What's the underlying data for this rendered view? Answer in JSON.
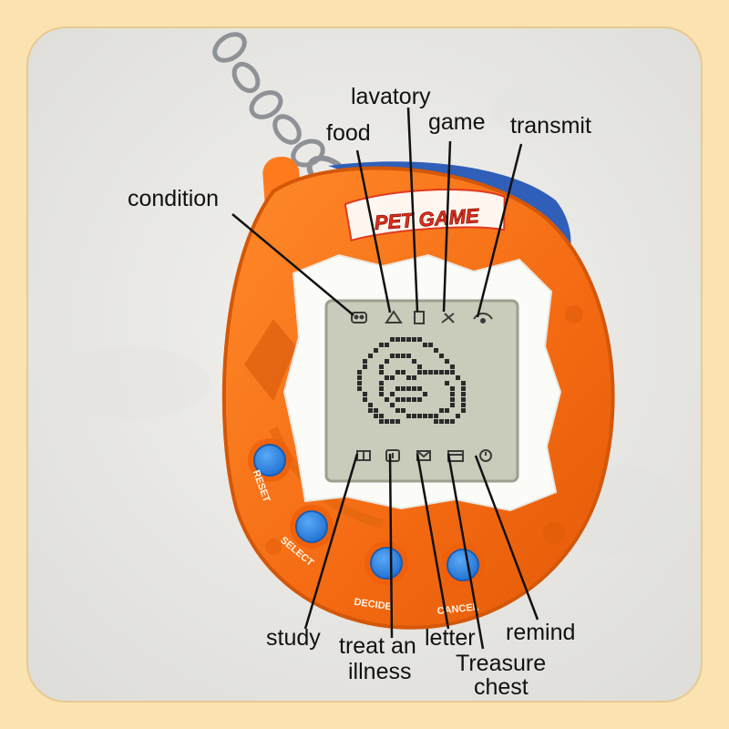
{
  "colors": {
    "frame": "#fbe3b1",
    "photo_bg": "#ecebe8",
    "shell": "#f46a12",
    "shell_dark": "#c64a06",
    "screen_bg": "#c9cbbb",
    "pixel": "#2a2c2a",
    "button": "#2f86e6",
    "label_text": "#111111"
  },
  "device": {
    "logo_text": "PET GAME",
    "buttons": [
      "RESET",
      "SELECT",
      "DECIDE",
      "CANCEL"
    ]
  },
  "labels": {
    "lavatory": "lavatory",
    "food": "food",
    "game": "game",
    "transmit": "transmit",
    "condition": "condition",
    "study": "study",
    "treat_line1": "treat an",
    "treat_line2": "illness",
    "letter": "letter",
    "treasure_line1": "Treasure",
    "treasure_line2": "chest",
    "remind": "remind"
  },
  "icons": {
    "top_row": [
      "condition-icon",
      "food-icon",
      "lavatory-icon",
      "game-icon",
      "transmit-icon"
    ],
    "bottom_row": [
      "study-icon",
      "treat-illness-icon",
      "letter-icon",
      "treasure-chest-icon",
      "remind-icon"
    ]
  }
}
